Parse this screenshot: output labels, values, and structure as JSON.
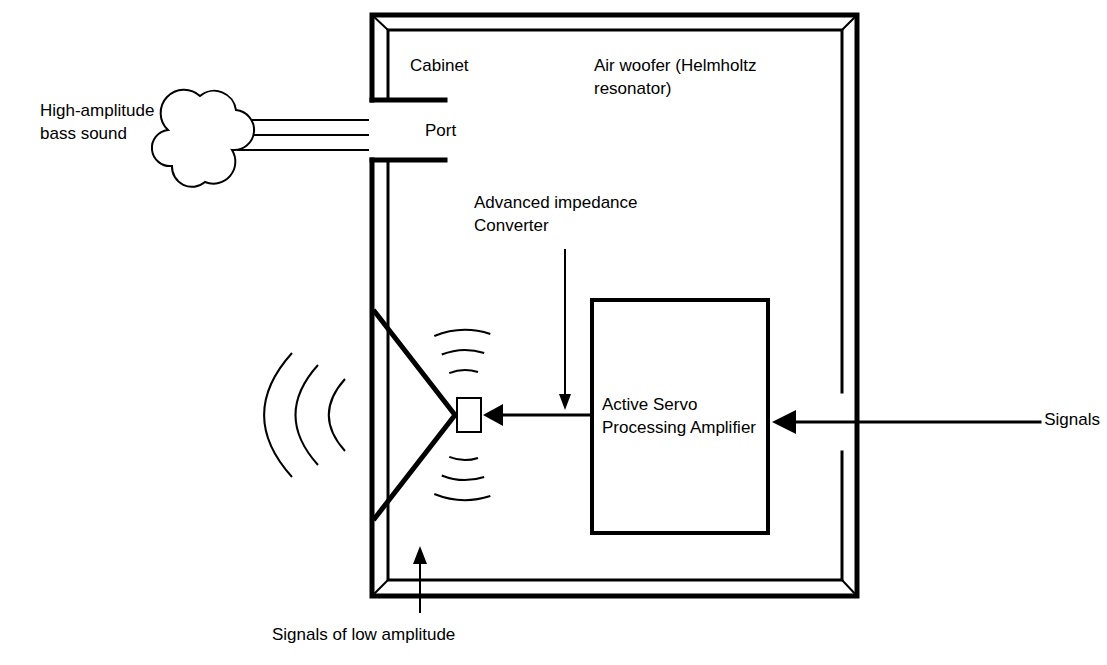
{
  "diagram": {
    "nodes": [
      {
        "text": [
          "Cabinet",
          "Air woofer (Helmholtz resonator)"
        ]
      },
      {
        "text": [
          "Active Servo Processing Amplifier"
        ],
        "in": 0
      }
    ],
    "labels": [
      "High-amplitude bass sound",
      "Port",
      "Advanced impedance Converter",
      "Signals",
      "Signals of low amplitude"
    ]
  }
}
